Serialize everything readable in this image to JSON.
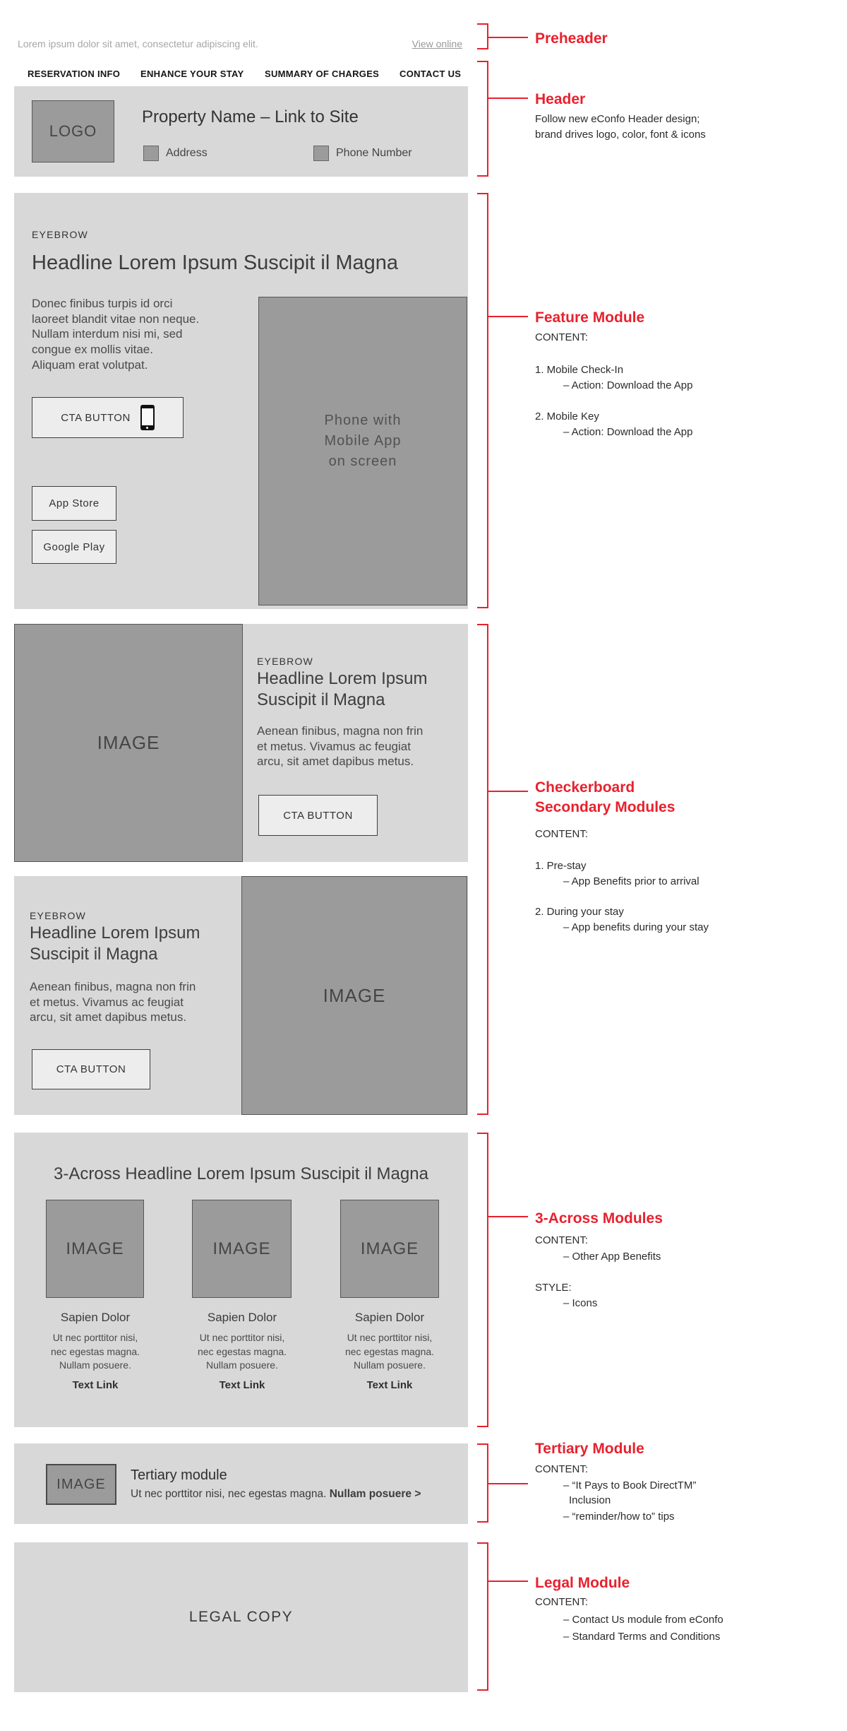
{
  "colors": {
    "accent_red": "#e8212e",
    "module_bg": "#d8d8d8",
    "placeholder_fill": "#9b9b9b",
    "button_bg": "#ededed",
    "muted_text": "#a6a6a6"
  },
  "preheader": {
    "text": "Lorem ipsum dolor sit amet, consectetur adipiscing elit.",
    "link_label": "View online"
  },
  "nav": {
    "items": [
      "RESERVATION INFO",
      "ENHANCE YOUR STAY",
      "SUMMARY OF CHARGES",
      "CONTACT US"
    ]
  },
  "header": {
    "logo_label": "LOGO",
    "title": "Property Name – Link to Site",
    "address_label": "Address",
    "phone_label": "Phone Number"
  },
  "feature": {
    "eyebrow": "EYEBROW",
    "headline": "Headline Lorem Ipsum Suscipit il Magna",
    "body_lines": [
      "Donec finibus turpis id orci",
      "laoreet blandit vitae non neque.",
      "Nullam interdum nisi mi, sed",
      "congue ex mollis vitae.",
      "Aliquam erat volutpat."
    ],
    "cta_label": "CTA BUTTON",
    "app_store_label": "App Store",
    "google_play_label": "Google Play",
    "phone_lines": [
      "Phone with",
      "Mobile App",
      "on screen"
    ]
  },
  "checkerboard": {
    "module1": {
      "image_label": "IMAGE",
      "eyebrow": "EYEBROW",
      "headline_lines": [
        "Headline Lorem Ipsum",
        "Suscipit il Magna"
      ],
      "body_lines": [
        "Aenean finibus, magna non frin",
        "et metus. Vivamus ac feugiat",
        "arcu, sit amet dapibus metus."
      ],
      "cta_label": "CTA BUTTON"
    },
    "module2": {
      "image_label": "IMAGE",
      "eyebrow": "EYEBROW",
      "headline_lines": [
        "Headline Lorem Ipsum",
        "Suscipit il Magna"
      ],
      "body_lines": [
        "Aenean finibus, magna non frin",
        "et metus. Vivamus ac feugiat",
        "arcu, sit amet dapibus metus."
      ],
      "cta_label": "CTA BUTTON"
    }
  },
  "three_across": {
    "headline": "3-Across Headline Lorem Ipsum Suscipit il Magna",
    "columns": [
      {
        "image_label": "IMAGE",
        "title": "Sapien Dolor",
        "body_lines": [
          "Ut nec porttitor nisi,",
          "nec egestas magna.",
          "Nullam posuere."
        ],
        "link_label": "Text Link"
      },
      {
        "image_label": "IMAGE",
        "title": "Sapien Dolor",
        "body_lines": [
          "Ut nec porttitor nisi,",
          "nec egestas magna.",
          "Nullam posuere."
        ],
        "link_label": "Text Link"
      },
      {
        "image_label": "IMAGE",
        "title": "Sapien Dolor",
        "body_lines": [
          "Ut nec porttitor nisi,",
          "nec egestas magna.",
          "Nullam posuere."
        ],
        "link_label": "Text Link"
      }
    ]
  },
  "tertiary": {
    "image_label": "IMAGE",
    "title": "Tertiary module",
    "body_text": "Ut nec porttitor nisi, nec egestas magna. ",
    "body_bold": "Nullam posuere >"
  },
  "legal": {
    "label": "LEGAL COPY"
  },
  "annotations": {
    "preheader": {
      "label": "Preheader"
    },
    "header": {
      "label": "Header",
      "note_lines": [
        "Follow new eConfo Header design;",
        "brand drives logo, color, font & icons"
      ]
    },
    "feature": {
      "label": "Feature Module",
      "content_heading": "CONTENT:",
      "item1": "1. Mobile Check-In",
      "item1_sub": "– Action: Download the App",
      "item2": "2. Mobile Key",
      "item2_sub": "– Action: Download the App"
    },
    "checkerboard": {
      "label_lines": [
        "Checkerboard",
        "Secondary Modules"
      ],
      "content_heading": "CONTENT:",
      "item1": "1. Pre-stay",
      "item1_sub": "– App Benefits prior to arrival",
      "item2": "2. During your stay",
      "item2_sub": "– App benefits during your stay"
    },
    "three_across": {
      "label": "3-Across Modules",
      "content_heading": "CONTENT:",
      "content_sub": "– Other App Benefits",
      "style_heading": "STYLE:",
      "style_sub": "– Icons"
    },
    "tertiary": {
      "label": "Tertiary Module",
      "content_heading": "CONTENT:",
      "item1": "– “It Pays to Book DirectTM”",
      "item1_cont": "Inclusion",
      "item2": "– “reminder/how to” tips"
    },
    "legal": {
      "label": "Legal Module",
      "content_heading": "CONTENT:",
      "item1": "– Contact Us module from eConfo",
      "item2": "– Standard Terms and Conditions"
    }
  }
}
